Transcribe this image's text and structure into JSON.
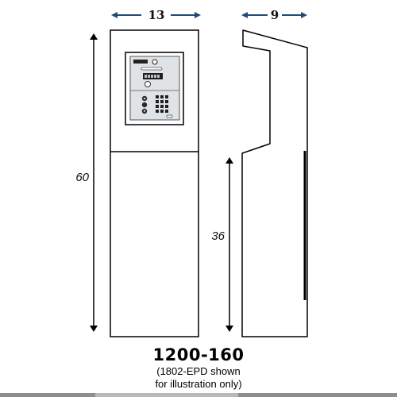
{
  "front_view": {
    "width_dimension": "13",
    "height_dimension": "60"
  },
  "side_view": {
    "depth_dimension": "9",
    "height_dimension": "36"
  },
  "model": {
    "number": "1200-160",
    "note_line1": "(1802-EPD shown",
    "note_line2": "for illustration only)"
  },
  "colors": {
    "outline": "#000000",
    "arrow": "#1e4a7a",
    "panel_face": "#dfe3e6"
  }
}
